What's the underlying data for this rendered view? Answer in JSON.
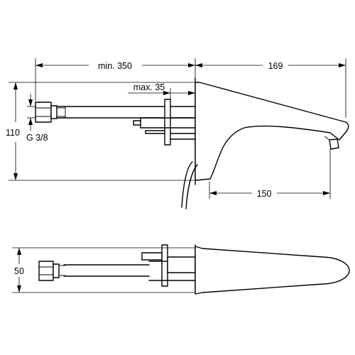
{
  "dimensions": {
    "length_to_wall": "min. 350",
    "spout_projection": "169",
    "wall_thickness": "max. 35",
    "height": "110",
    "connection_thread": "G 3/8",
    "spout_reach": "150",
    "width": "50"
  }
}
